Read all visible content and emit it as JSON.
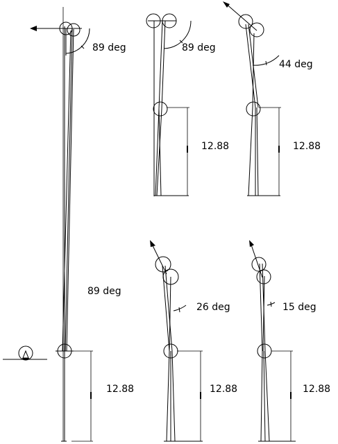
{
  "labels": {
    "angle_main_top": "89 deg",
    "angle_main_mid": "89 deg",
    "dim_main": "12.88",
    "angle_tr1": "89 deg",
    "dim_tr1": "12.88",
    "angle_tr2": "44 deg",
    "dim_tr2": "12.88",
    "angle_br1": "26 deg",
    "dim_br1": "12.88",
    "angle_br2": "15 deg",
    "dim_br2": "12.88"
  },
  "colors": {
    "ink": "#000000",
    "background": "#ffffff"
  }
}
